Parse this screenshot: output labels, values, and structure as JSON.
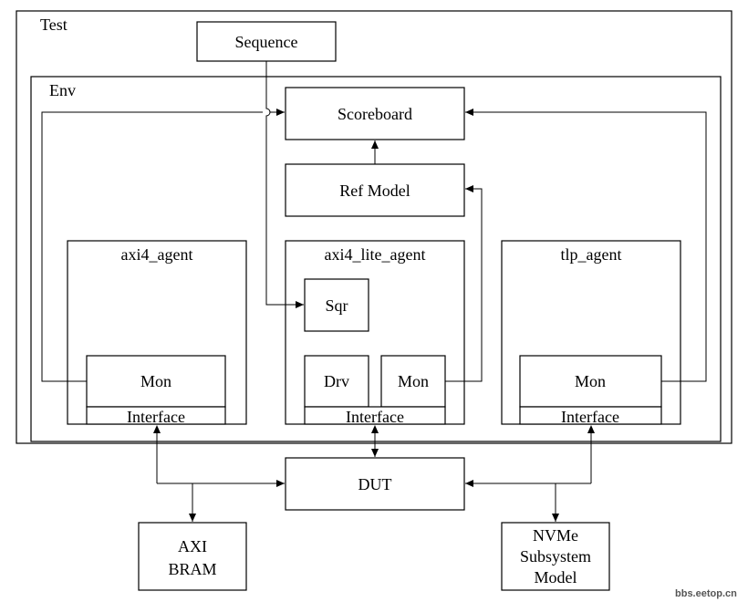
{
  "containers": {
    "test": "Test",
    "env": "Env"
  },
  "blocks": {
    "sequence": "Sequence",
    "scoreboard": "Scoreboard",
    "ref_model": "Ref Model",
    "dut": "DUT",
    "axi_bram": [
      "AXI",
      "BRAM"
    ],
    "nvme": [
      "NVMe",
      "Subsystem",
      "Model"
    ]
  },
  "agents": {
    "axi4": {
      "title": "axi4_agent",
      "mon": "Mon",
      "interface": "Interface"
    },
    "axi4_lite": {
      "title": "axi4_lite_agent",
      "sqr": "Sqr",
      "drv": "Drv",
      "mon": "Mon",
      "interface": "Interface"
    },
    "tlp": {
      "title": "tlp_agent",
      "mon": "Mon",
      "interface": "Interface"
    }
  },
  "watermark": "bbs.eetop.cn"
}
